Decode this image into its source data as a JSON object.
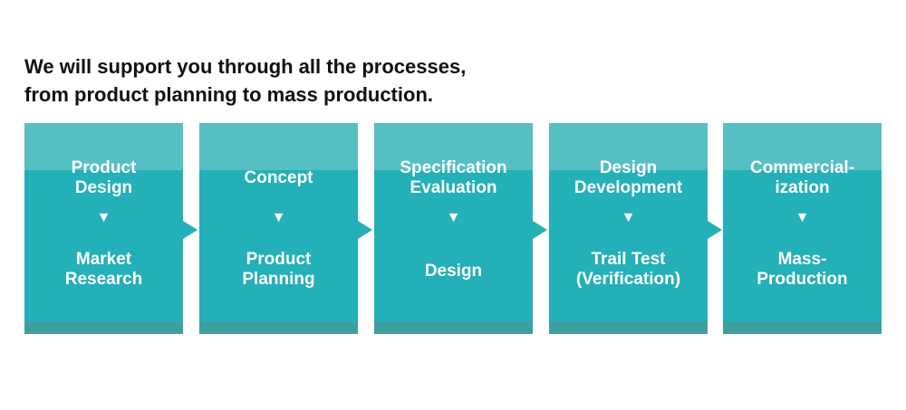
{
  "headline": {
    "line1": "We will support you through all the processes,",
    "line2": "from product planning to mass production."
  },
  "colors": {
    "box": "#23b0b8",
    "box_top_band": "#55bfc3",
    "box_bottom_band": "#3f9f9f",
    "text": "#ffffff",
    "headline": "#111111"
  },
  "steps": [
    {
      "upper": "Product\nDesign",
      "marker": "▼",
      "lower": "Market\nResearch"
    },
    {
      "upper": "Concept",
      "marker": "▼",
      "lower": "Product\nPlanning"
    },
    {
      "upper": "Specification\nEvaluation",
      "marker": "▼",
      "lower": "Design"
    },
    {
      "upper": "Design\nDevelopment",
      "marker": "▼",
      "lower": "Trail Test\n(Verification)"
    },
    {
      "upper": "Commercial-\nization",
      "marker": "▼",
      "lower": "Mass-\nProduction"
    }
  ]
}
